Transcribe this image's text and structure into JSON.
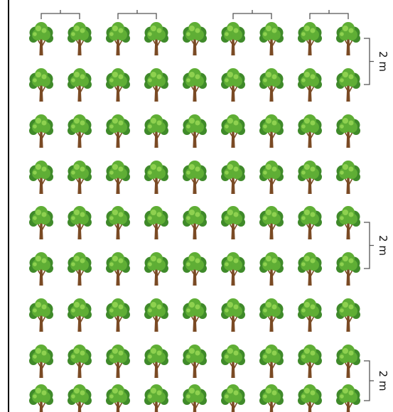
{
  "diagram": {
    "rows": 9,
    "columns": 9,
    "colors": {
      "foliage_dark": "#3f8a2a",
      "foliage_mid": "#5fae35",
      "foliage_light": "#8ed14f",
      "trunk": "#7a4a24",
      "left_border": "#000000",
      "bracket": "#555555"
    },
    "icons": {
      "tree": "tree-icon"
    },
    "spacing_labels": [
      {
        "text": "2 m",
        "between_rows": [
          1,
          2
        ]
      },
      {
        "text": "2 m",
        "between_rows": [
          5,
          6
        ]
      },
      {
        "text": "2 m",
        "between_rows": [
          8,
          9
        ]
      }
    ],
    "top_brackets": [
      {
        "between_columns": [
          1,
          2
        ]
      },
      {
        "between_columns": [
          3,
          4
        ]
      },
      {
        "between_columns": [
          6,
          7
        ]
      },
      {
        "between_columns": [
          8,
          9
        ]
      }
    ]
  }
}
